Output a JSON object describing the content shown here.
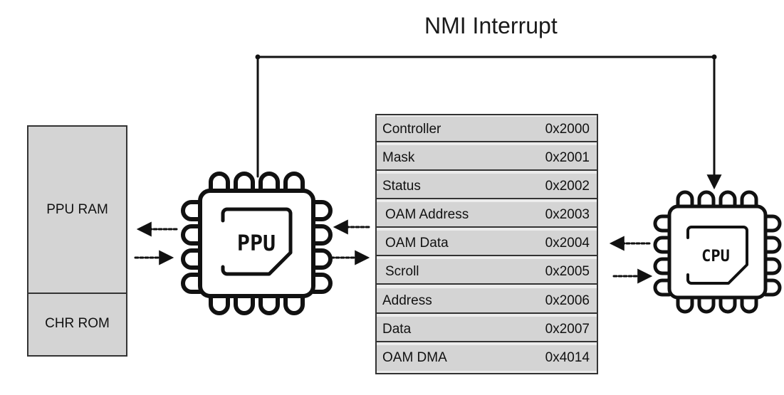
{
  "title": "NMI Interrupt",
  "memory": {
    "ppu_ram": "PPU RAM",
    "chr_rom": "CHR ROM"
  },
  "chips": {
    "ppu": "PPU",
    "cpu": "CPU"
  },
  "registers": [
    {
      "name": "Controller",
      "address": "0x2000"
    },
    {
      "name": "Mask",
      "address": "0x2001"
    },
    {
      "name": "Status",
      "address": "0x2002"
    },
    {
      "name": "OAM Address",
      "address": "0x2003"
    },
    {
      "name": "OAM Data",
      "address": "0x2004"
    },
    {
      "name": "Scroll",
      "address": "0x2005"
    },
    {
      "name": "Address",
      "address": "0x2006"
    },
    {
      "name": "Data",
      "address": "0x2007"
    },
    {
      "name": "OAM DMA",
      "address": "0x4014"
    }
  ],
  "colors": {
    "box_fill": "#d4d4d4",
    "line": "#111111"
  }
}
